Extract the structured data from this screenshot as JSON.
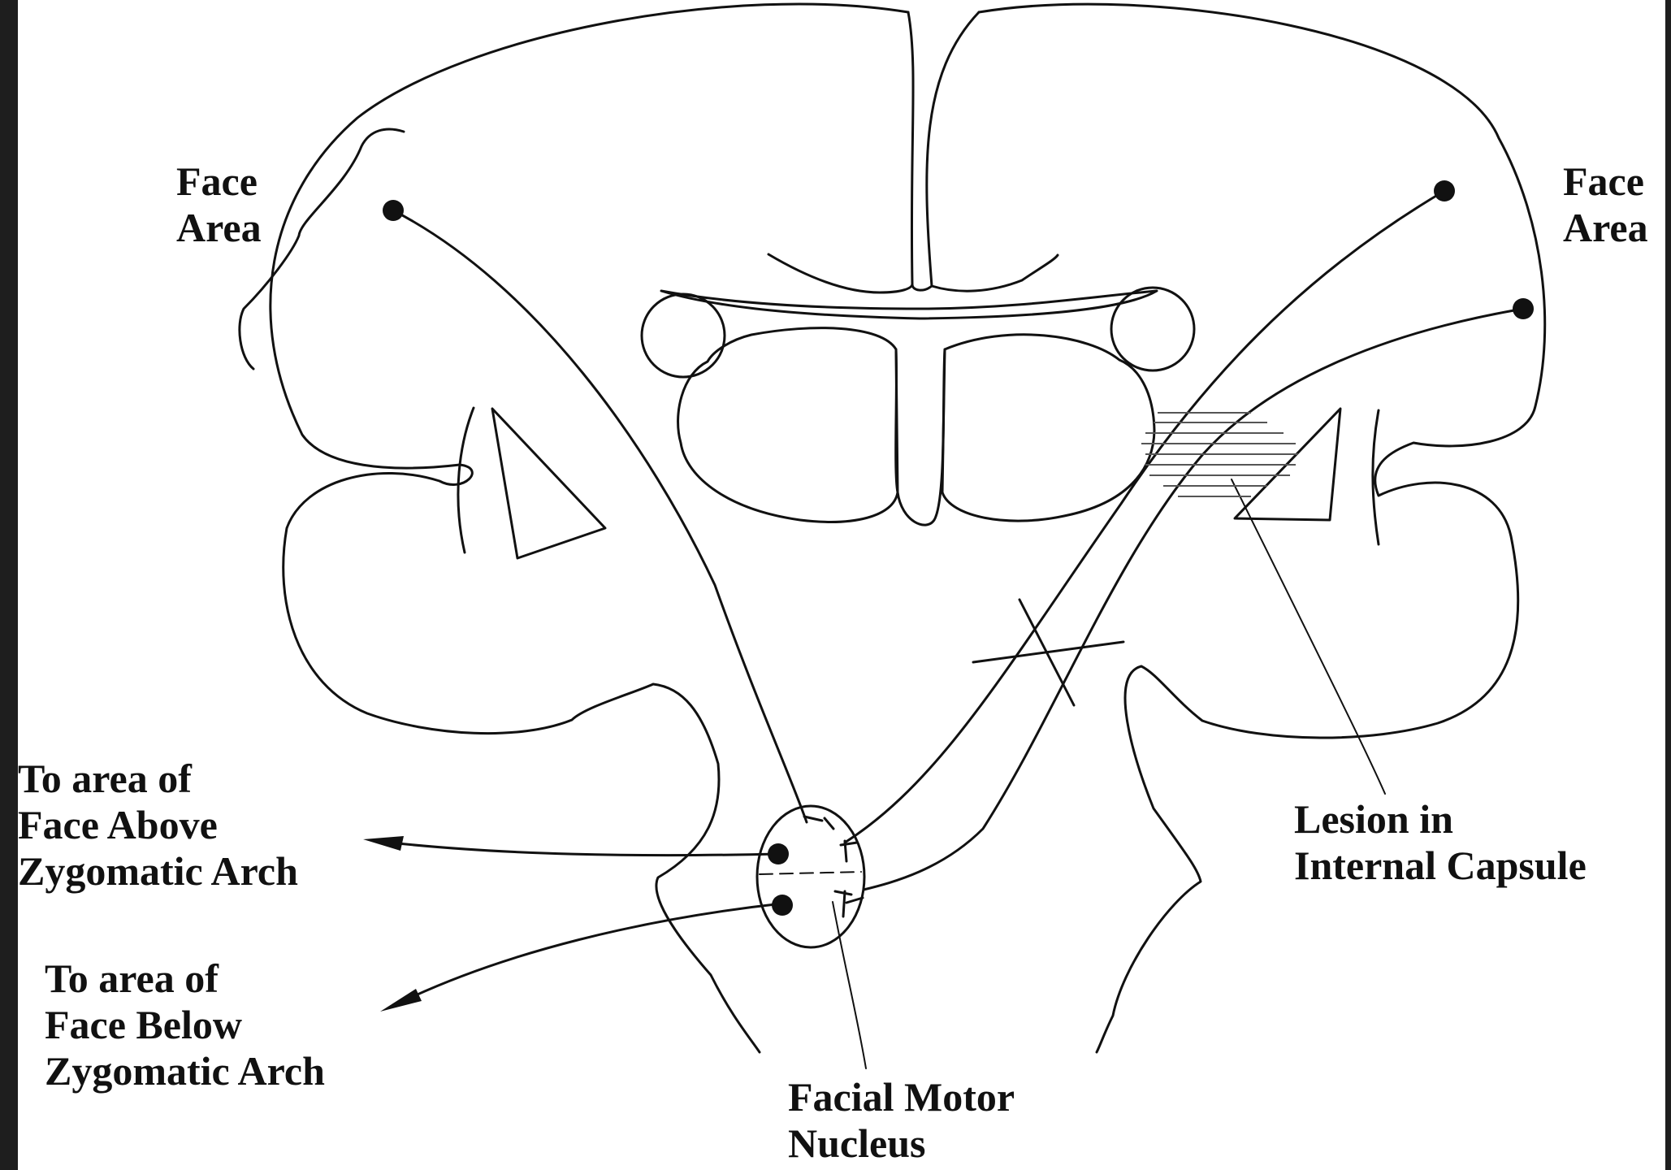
{
  "diagram": {
    "labels": {
      "face_area_left": [
        "Face",
        "Area"
      ],
      "face_area_right": [
        "Face",
        "Area"
      ],
      "above_zygomatic": [
        "To area of",
        "Face Above",
        "Zygomatic Arch"
      ],
      "below_zygomatic": [
        "To area of",
        "Face Below",
        "Zygomatic Arch"
      ],
      "lesion": [
        "Lesion in",
        "Internal Capsule"
      ],
      "nucleus": [
        "Facial Motor",
        "Nucleus"
      ]
    }
  },
  "colors": {
    "ink": "#111111",
    "page": "#ffffff",
    "frame": "#1e1e1e",
    "hatch": "#555555"
  }
}
